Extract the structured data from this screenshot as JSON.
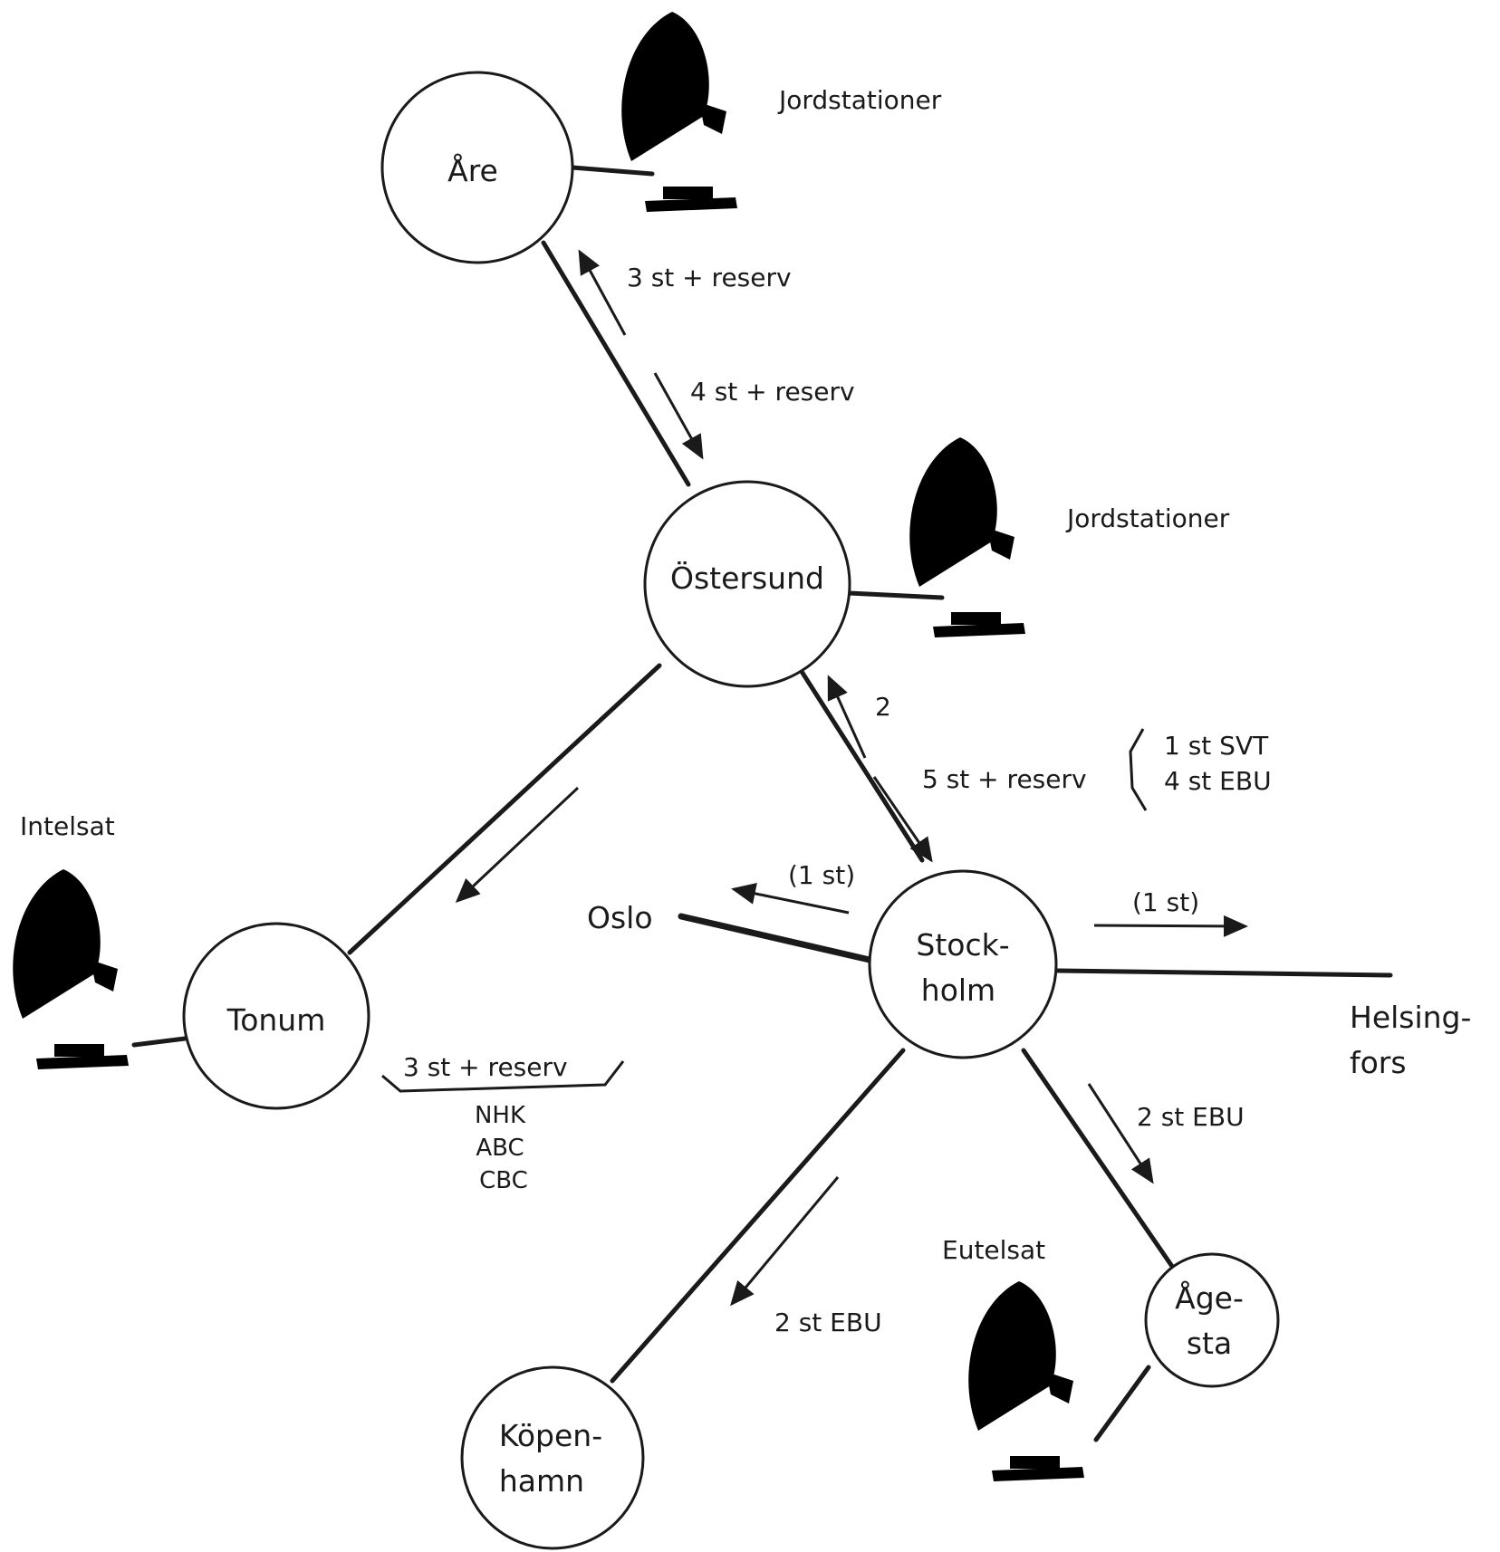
{
  "diagram": {
    "title": "",
    "colors": {
      "ink": "#1a1a1a",
      "background": "#ffffff"
    },
    "nodes": {
      "are": {
        "label": "Åre"
      },
      "ostersund": {
        "label": "Östersund"
      },
      "tonum": {
        "label": "Tonum"
      },
      "stockholm": {
        "line1": "Stock-",
        "line2": "holm"
      },
      "kopenhamn": {
        "line1": "Köpen-",
        "line2": "hamn"
      },
      "agesta": {
        "line1": "Åge-",
        "line2": "sta"
      }
    },
    "stations": {
      "are_dish": {
        "label": "Jordstationer",
        "icon": "satellite-dish-icon"
      },
      "ostersund_dish": {
        "label": "Jordstationer",
        "icon": "satellite-dish-icon"
      },
      "tonum_dish": {
        "label": "Intelsat",
        "icon": "satellite-dish-icon"
      },
      "agesta_dish": {
        "label": "Eutelsat",
        "icon": "satellite-dish-icon"
      }
    },
    "external": {
      "oslo": "Oslo",
      "helsingfors_line1": "Helsing-",
      "helsingfors_line2": "fors"
    },
    "annotations": {
      "are_up": "3 st + reserv",
      "are_down": "4 st + reserv",
      "sthlm_up": "2",
      "sthlm_down": "5 st + reserv",
      "sthlm_down_breakdown": [
        "1 st SVT",
        "4 st EBU"
      ],
      "oslo": "(1 st)",
      "helsingfors": "(1 st)",
      "tonum": "3 st + reserv",
      "tonum_breakdown": [
        "NHK",
        "ABC",
        "CBC"
      ],
      "agesta": "2 st EBU",
      "kopenhamn": "2 st EBU"
    }
  }
}
